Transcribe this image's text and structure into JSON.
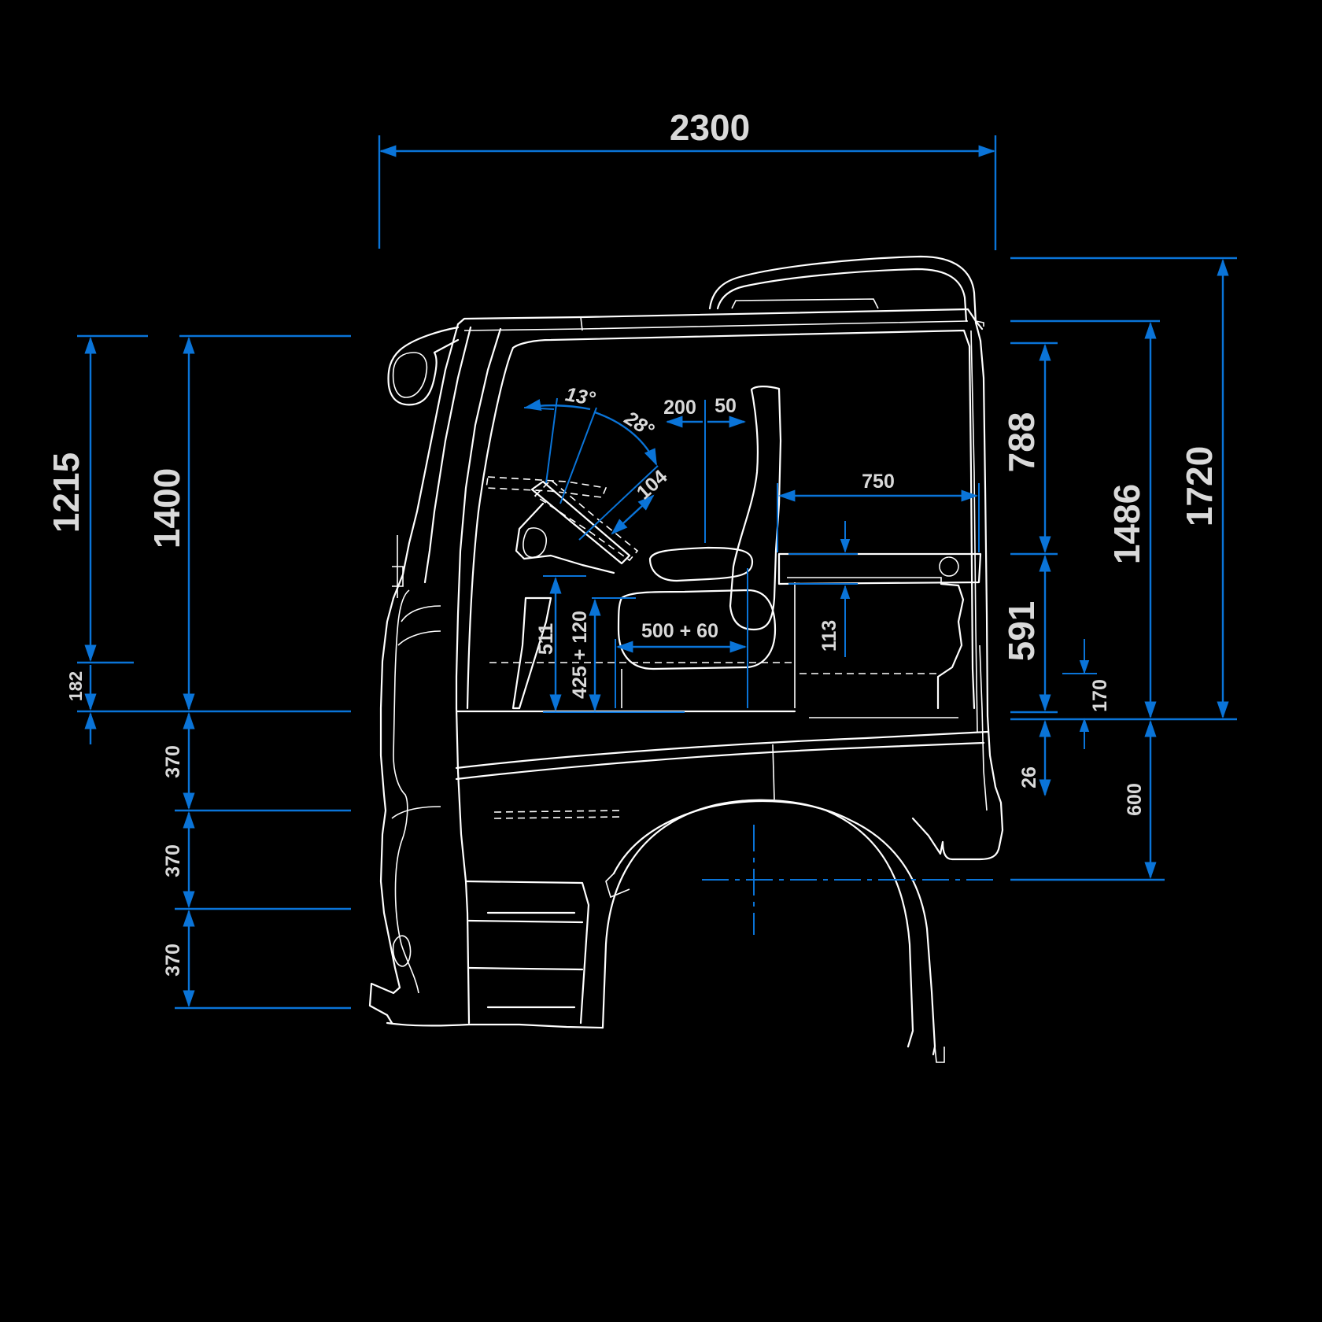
{
  "dimensions": {
    "cab_length": "2300",
    "height_1720": "1720",
    "height_1486": "1486",
    "height_788": "788",
    "height_591": "591",
    "height_26": "26",
    "height_170": "170",
    "height_600": "600",
    "height_1215": "1215",
    "height_1400": "1400",
    "height_182": "182",
    "step_1": "370",
    "step_2": "370",
    "step_3": "370",
    "bunk_width": "750",
    "bunk_thickness": "113",
    "seat_adjust_fore": "200",
    "seat_adjust_aft": "50",
    "seat_travel": "500 + 60",
    "seat_height": "425 + 120",
    "wheel_height": "511",
    "wheel_angle_a": "13°",
    "wheel_angle_b": "28°",
    "wheel_adjust": "104"
  },
  "colors": {
    "background": "#000000",
    "dimension_lines": "#0a74d8",
    "outline": "#ffffff",
    "labels": "#d9d9d9"
  }
}
